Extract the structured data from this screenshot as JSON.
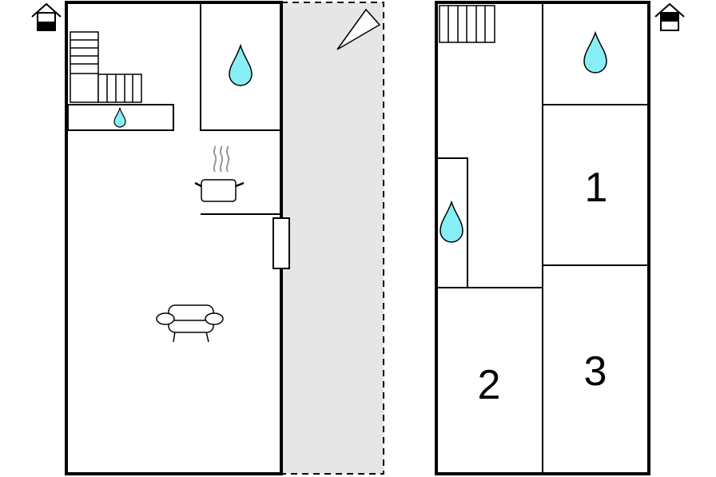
{
  "floors": [
    {
      "name": "ground-floor",
      "level_indicator": "ground-floor-icon",
      "icons": [
        "stairs-icon",
        "water-drop-icon",
        "cooking-pot-icon",
        "sofa-icon",
        "sun-terrace-icon",
        "door-icon"
      ]
    },
    {
      "name": "upper-floor",
      "level_indicator": "upper-floor-icon",
      "icons": [
        "stairs-icon",
        "water-drop-icon"
      ],
      "bedrooms": [
        {
          "number": "1"
        },
        {
          "number": "2"
        },
        {
          "number": "3"
        }
      ]
    }
  ],
  "colors": {
    "wall": "#000000",
    "terrace_fill": "#e6e6e6",
    "water": "#87eef6"
  }
}
